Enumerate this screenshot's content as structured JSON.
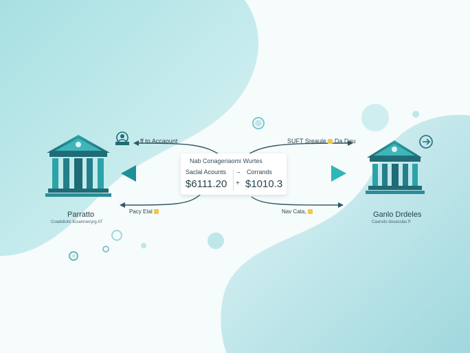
{
  "colors": {
    "teal_dark": "#1f6b76",
    "teal": "#2ba3a8",
    "teal_light": "#bfe7ea",
    "accent_yellow": "#f0c84a",
    "text": "#2f4650"
  },
  "left_bank": {
    "name": "Parratto",
    "subtitle": "Coadidlotic ticsanrsecyrg AT",
    "icon": "bank-icon"
  },
  "right_bank": {
    "name": "Ganlo Drdeles",
    "subtitle": "Caarsdo dusacolas ff",
    "icon": "bank-icon"
  },
  "top_left_label": "ff to Accaount",
  "top_right_label": "SUFT Sreaule",
  "top_right_suffix": "Da Dau",
  "bottom_left_label": "Pacy Etal",
  "bottom_right_label": "Nav Cata,",
  "card": {
    "title": "Nab Conageriaomi Wurtes",
    "left_label": "Saclal Acounts",
    "arrow": "→",
    "right_label": "Corrands",
    "left_amount": "$6111.20",
    "sign": "+",
    "right_amount": "$1010.3"
  },
  "icons": {
    "user": "user-icon",
    "currency": "currency-exchange-icon",
    "left_arrow": "arrow-left-icon",
    "right_arrow": "arrow-right-icon"
  }
}
